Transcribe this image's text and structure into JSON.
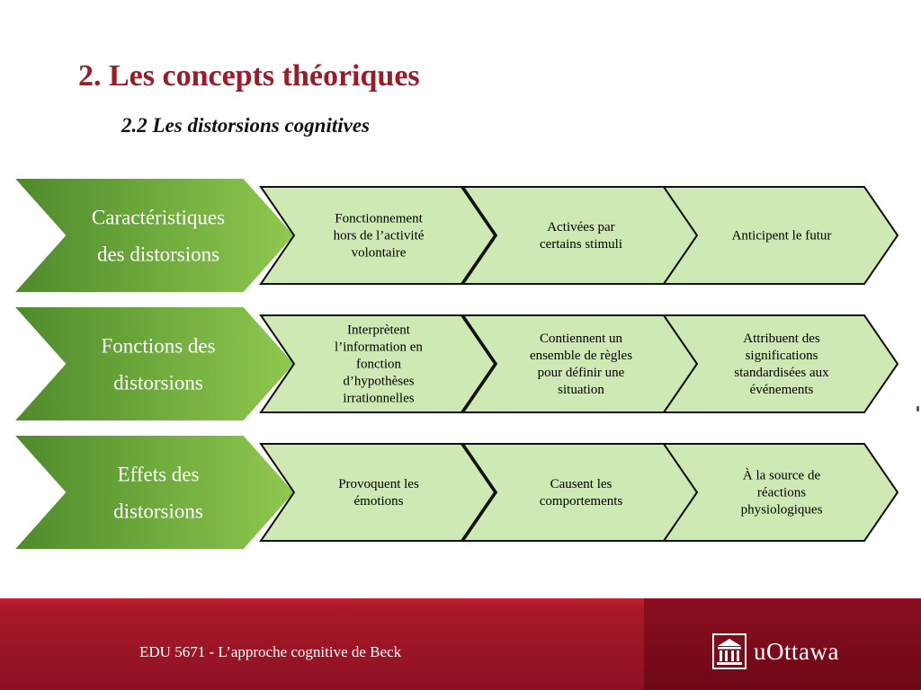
{
  "title": "2. Les concepts théoriques",
  "subtitle": "2.2  Les distorsions cognitives",
  "rows": [
    {
      "header": [
        "Caractéristiques",
        "des distorsions"
      ],
      "items": [
        [
          "Fonctionnement",
          "hors de l’activité",
          "volontaire"
        ],
        [
          "Activées par",
          "certains stimuli"
        ],
        [
          "Anticipent le futur"
        ]
      ]
    },
    {
      "header": [
        "Fonctions des",
        "distorsions"
      ],
      "items": [
        [
          "Interprètent",
          "l’information en",
          "fonction",
          "d’hypothèses",
          "irrationnelles"
        ],
        [
          "Contiennent un",
          "ensemble de règles",
          "pour définir une",
          "situation"
        ],
        [
          "Attribuent des",
          "significations",
          "standardisées aux",
          "événements"
        ]
      ]
    },
    {
      "header": [
        "Effets des",
        "distorsions"
      ],
      "items": [
        [
          "Provoquent les",
          "émotions"
        ],
        [
          "Causent les",
          "comportements"
        ],
        [
          "À la source de",
          "réactions",
          "physiologiques"
        ]
      ]
    }
  ],
  "footer": {
    "course": "EDU 5671 - L’approche cognitive de Beck",
    "logo_text": "uOttawa",
    "logo_icon": "university-building-icon"
  },
  "colors": {
    "title": "#9b1b26",
    "header_dark": "#4e8a2b",
    "header_light": "#8fc94f",
    "item_fill": "#cfe9b4",
    "footer_red": "#a8192a",
    "footer_dark": "#7a0c1a"
  }
}
